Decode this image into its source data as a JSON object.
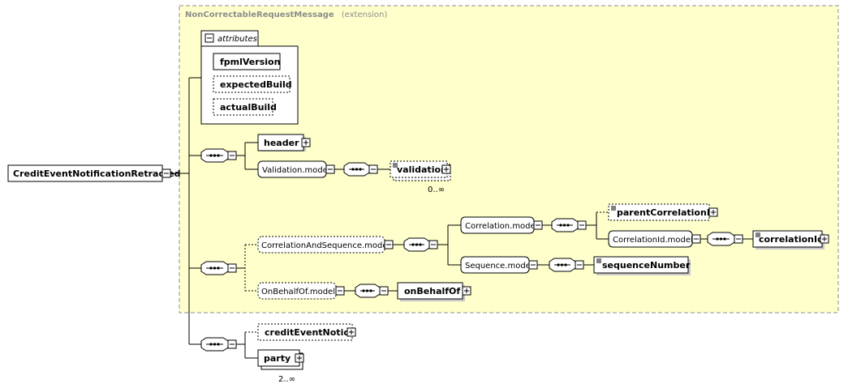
{
  "diagram": {
    "root": {
      "label": "CreditEventNotificationRetracted"
    },
    "extension_group": {
      "base": "NonCorrectableRequestMessage",
      "note": "(extension)"
    },
    "attributes": {
      "title": "attributes",
      "items": [
        "fpmlVersion",
        "expectedBuild",
        "actualBuild"
      ]
    },
    "nodes": {
      "header": "header",
      "validation_model": "Validation.model",
      "validation": "validation",
      "validation_occurs": "0..∞",
      "correlation_and_sequence_model": "CorrelationAndSequence.model",
      "correlation_model": "Correlation.model",
      "parent_correlation_id": "parentCorrelationId",
      "correlation_id_model": "CorrelationId.model",
      "correlation_id": "correlationId",
      "sequence_model": "Sequence.model",
      "sequence_number": "sequenceNumber",
      "on_behalf_of_model": "OnBehalfOf.model",
      "on_behalf_of": "onBehalfOf",
      "credit_event_notice": "creditEventNotice",
      "party": "party",
      "party_occurs": "2..∞"
    },
    "colors": {
      "extension_fill": "#ffffcc",
      "extension_border": "#8c8c8c",
      "node_fill": "#ffffff"
    }
  }
}
